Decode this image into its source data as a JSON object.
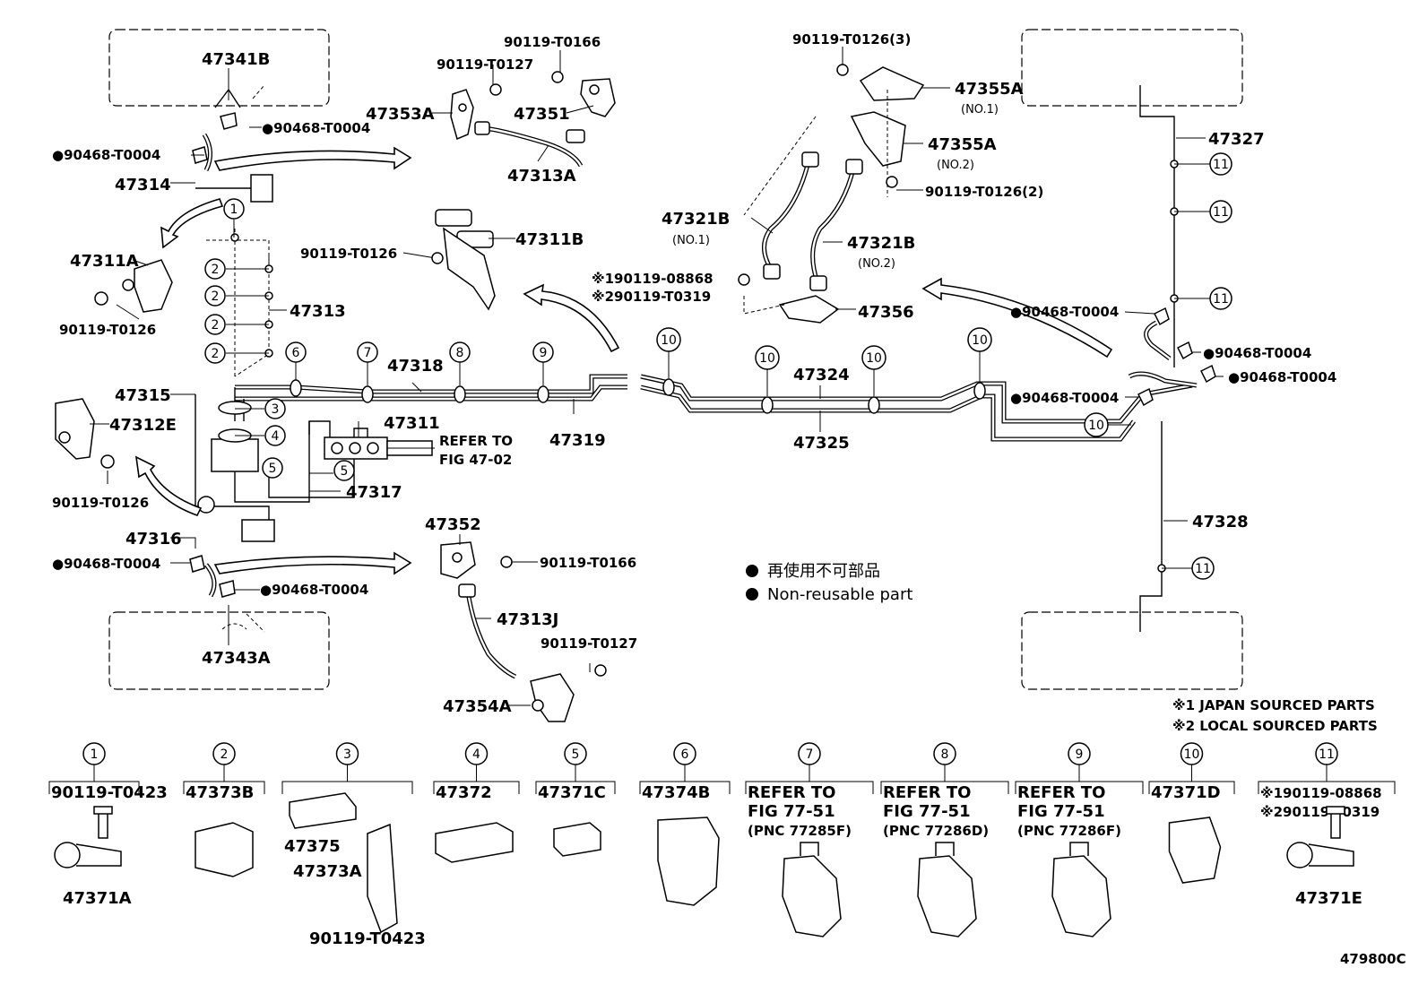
{
  "doc_code": "479800C",
  "legend": {
    "jp": "再使用不可部品",
    "en": "Non-reusable part"
  },
  "source_notes": [
    "※1 JAPAN SOURCED PARTS",
    "※2 LOCAL SOURCED PARTS"
  ],
  "parts": {
    "p47341B": "47341B",
    "p47343A": "47343A",
    "p47314": "47314",
    "p47311A": "47311A",
    "p47313": "47313",
    "p47315": "47315",
    "p47312E": "47312E",
    "p47316": "47316",
    "p47318": "47318",
    "p47319": "47319",
    "p47311": "47311",
    "p47317": "47317",
    "p47353A": "47353A",
    "p47351": "47351",
    "p47313A": "47313A",
    "p47311B": "47311B",
    "p47352": "47352",
    "p47313J": "47313J",
    "p47354A": "47354A",
    "p47324": "47324",
    "p47325": "47325",
    "p47321B_1": "47321B",
    "p47321B_2": "47321B",
    "p47355A_1": "47355A",
    "p47355A_2": "47355A",
    "p47356": "47356",
    "p47327": "47327",
    "p47328": "47328",
    "no1": "(NO.1)",
    "no2": "(NO.2)",
    "no1b": "(NO.1)",
    "no2b": "(NO.2)",
    "refer_line1": "REFER TO",
    "refer_line2": "FIG 47-02"
  },
  "fasteners": {
    "f_t0004_a": "●90468-T0004",
    "f_t0004_b": "●90468-T0004",
    "f_t0004_c": "●90468-T0004",
    "f_t0004_d": "●90468-T0004",
    "f_t0004_e": "●90468-T0004",
    "f_t0004_f": "●90468-T0004",
    "f_t0004_g": "●90468-T0004",
    "f_t0004_h": "●90468-T0004",
    "f_t0126_a": "90119-T0126",
    "f_t0126_b": "90119-T0126",
    "f_t0126_c": "90119-T0126",
    "f_t0126_3": "90119-T0126(3)",
    "f_t0126_2": "90119-T0126(2)",
    "f_t0127_a": "90119-T0127",
    "f_t0127_b": "90119-T0127",
    "f_t0166_a": "90119-T0166",
    "f_t0166_b": "90119-T0166",
    "f_08868": "※190119-08868",
    "f_t0319": "※290119-T0319"
  },
  "callouts": {
    "c1": "1",
    "c2": "2",
    "c3": "3",
    "c4": "4",
    "c5": "5",
    "c6": "6",
    "c7": "7",
    "c8": "8",
    "c9": "9",
    "c10": "10",
    "c11": "11"
  },
  "detail_panels": [
    {
      "num": "1",
      "lines": [
        "90119-T0423"
      ],
      "part": "47371A"
    },
    {
      "num": "2",
      "lines": [
        "47373B"
      ],
      "part": ""
    },
    {
      "num": "3",
      "lines": [
        "47375",
        "47373A",
        "90119-T0423"
      ],
      "part": ""
    },
    {
      "num": "4",
      "lines": [
        "47372"
      ],
      "part": ""
    },
    {
      "num": "5",
      "lines": [
        "47371C"
      ],
      "part": ""
    },
    {
      "num": "6",
      "lines": [
        "47374B"
      ],
      "part": ""
    },
    {
      "num": "7",
      "lines": [
        "REFER TO",
        "FIG 77-51",
        "(PNC 77285F)"
      ],
      "part": ""
    },
    {
      "num": "8",
      "lines": [
        "REFER TO",
        "FIG 77-51",
        "(PNC 77286D)"
      ],
      "part": ""
    },
    {
      "num": "9",
      "lines": [
        "REFER TO",
        "FIG 77-51",
        "(PNC 77286F)"
      ],
      "part": ""
    },
    {
      "num": "10",
      "lines": [
        "47371D"
      ],
      "part": ""
    },
    {
      "num": "11",
      "lines": [
        "※190119-08868",
        "※290119-T0319"
      ],
      "part": "47371E"
    }
  ]
}
